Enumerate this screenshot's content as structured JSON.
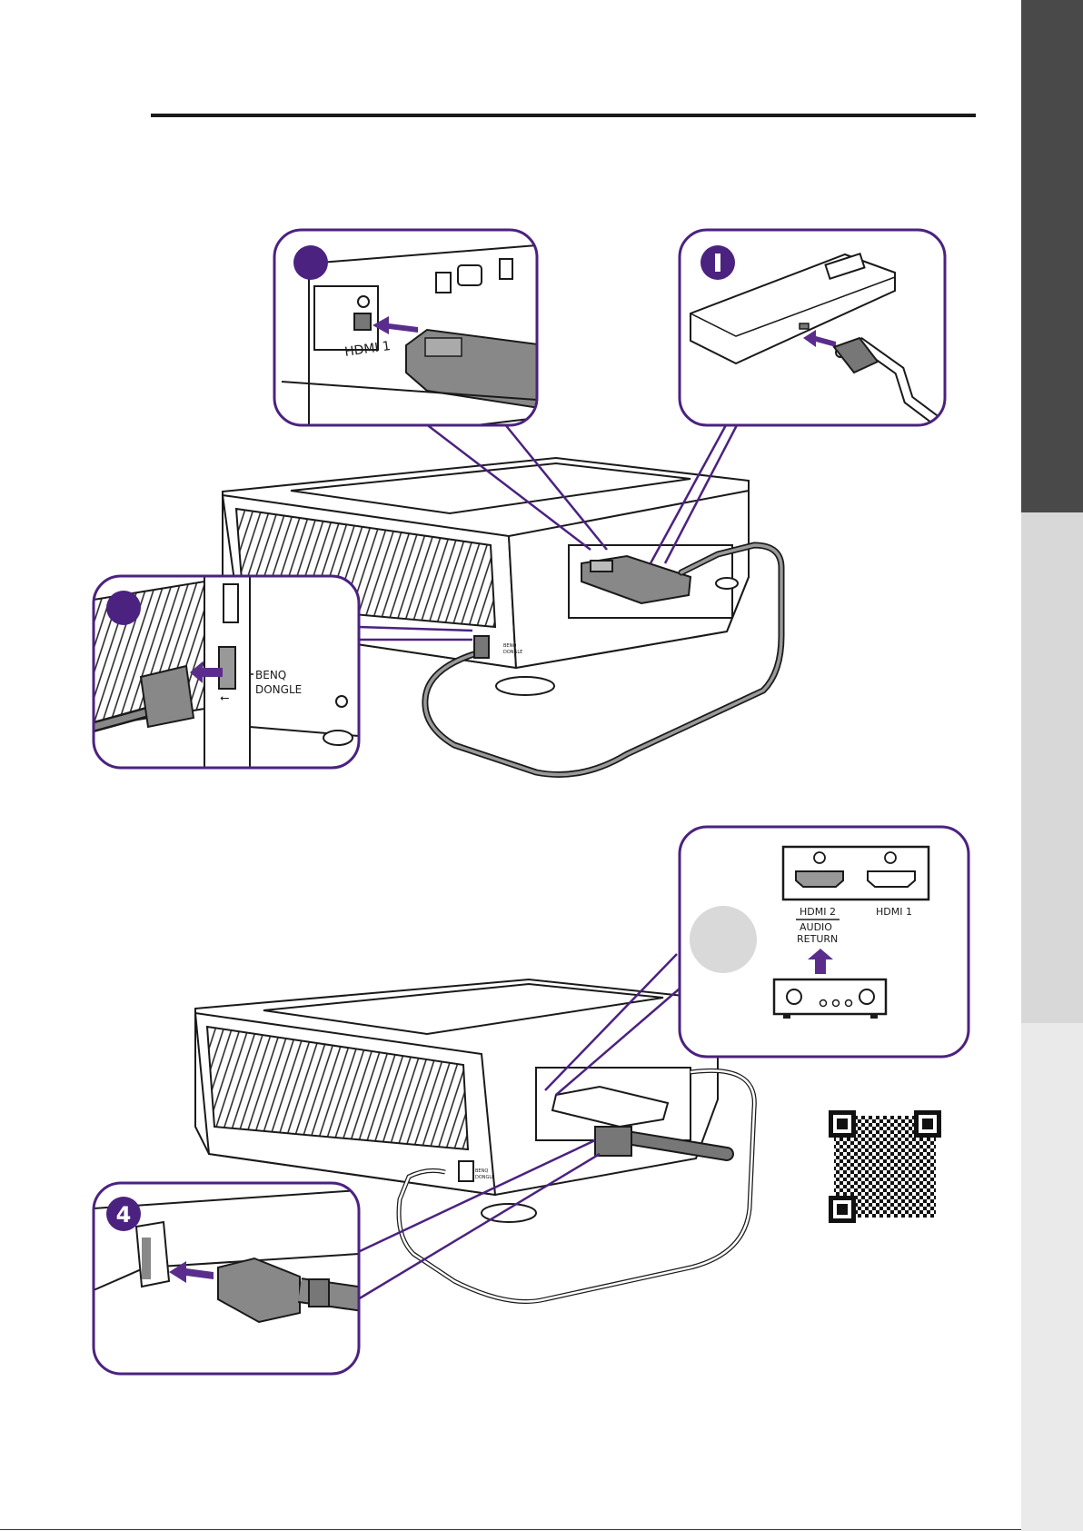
{
  "callouts": {
    "hdmi_port_label": "HDMI 1",
    "usb_port_label_line1": "BENQ",
    "usb_port_label_line2": "DONGLE",
    "small_side_label_line1": "BENQ",
    "small_side_label_line2": "DONGLE",
    "panel_hdmi2_label": "HDMI 2",
    "panel_hdmi1_label": "HDMI 1",
    "audio_return_line1": "AUDIO",
    "audio_return_line2": "RETURN",
    "step_power_number": "4"
  },
  "colors": {
    "accent_purple": "#4b2280",
    "arrow_purple": "#5a2d8c",
    "side_tab_dark": "#4a494a",
    "side_tab_mid": "#d8d8d8",
    "side_tab_light": "#eaeaea",
    "callout_grey": "#d9d9d9"
  },
  "icons": [
    "qr-code-icon",
    "usb-symbol-icon",
    "hdmi-port-icon",
    "arrow-right-icon",
    "arrow-up-icon"
  ]
}
